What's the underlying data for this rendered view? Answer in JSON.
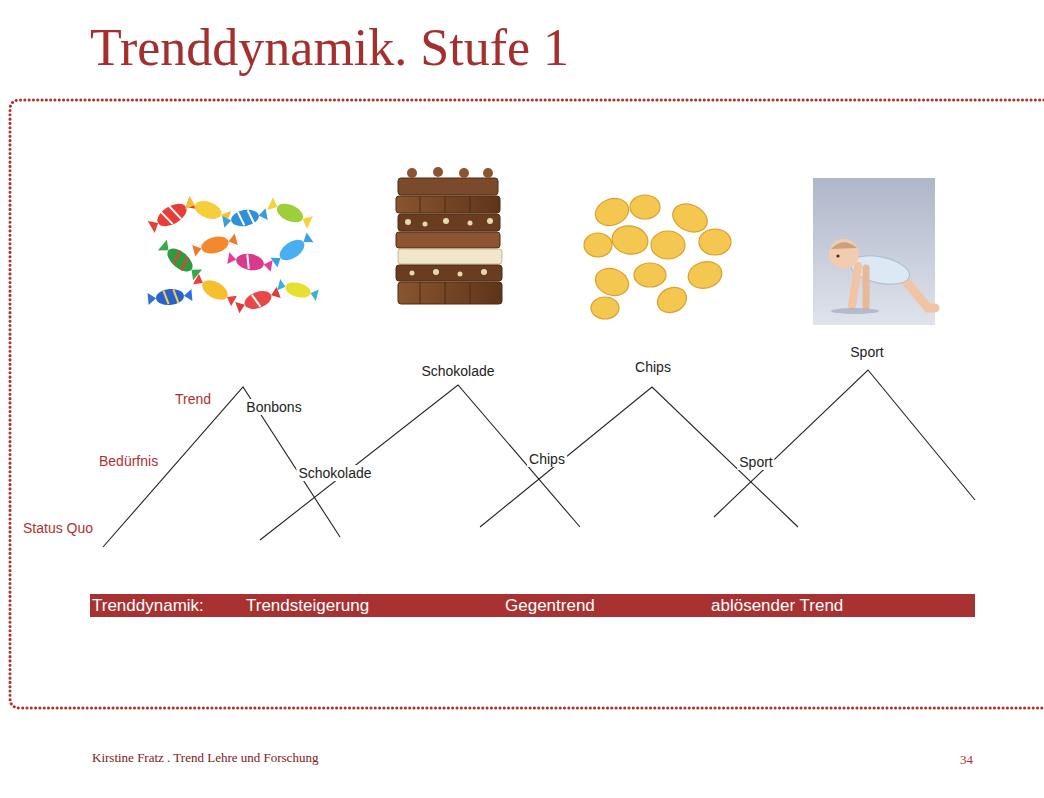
{
  "diagram": {
    "title": "Trenddynamik. Stufe 1",
    "nodes": [
      {
        "text": [
          "Trenddynamik:",
          "Trendsteigerung",
          "Gegentrend",
          "ablösender Trend"
        ]
      }
    ],
    "labels": [
      "Trend",
      "Bedürfnis",
      "Status Quo",
      "Bonbons",
      "Schokolade",
      "Schokolade",
      "Chips",
      "Chips",
      "Sport",
      "Sport",
      "Kirstine Fratz . Trend Lehre und Forschung",
      "34"
    ]
  }
}
